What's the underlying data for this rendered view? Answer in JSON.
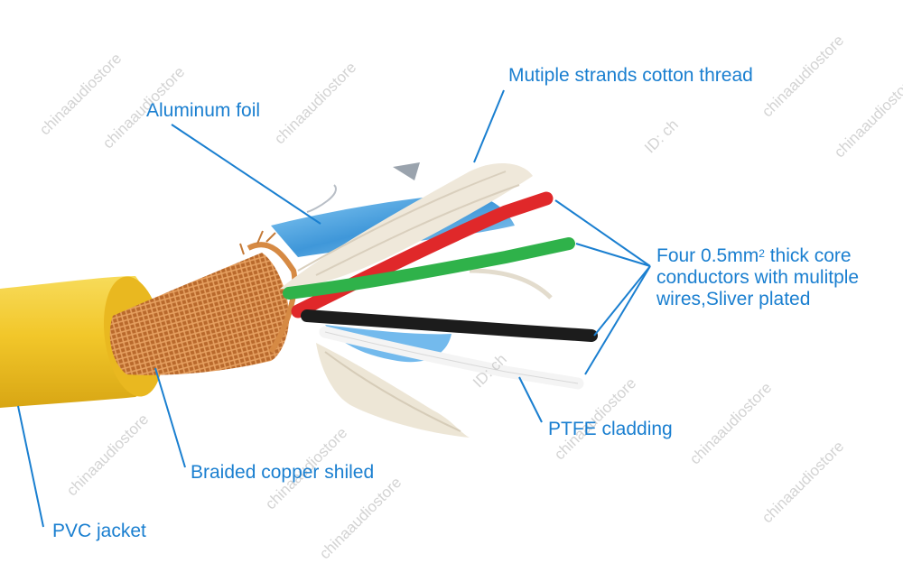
{
  "labels": {
    "cotton_thread": "Mutiple strands cotton thread",
    "aluminum_foil": "Aluminum foil",
    "core_line1_pre": "Four 0.5mm",
    "core_line1_sup": "2",
    "core_line1_post": " thick core",
    "core_line2": "conductors with mulitple",
    "core_line3": "wires,Sliver plated",
    "ptfe": "PTFE cladding",
    "braid": "Braided copper shiled",
    "pvc": "PVC jacket"
  },
  "watermark": {
    "text": "chinaaudiostore",
    "partial_text": "ID: ch"
  },
  "colors": {
    "label": "#1a7fd0",
    "leader": "#1a7fd0",
    "jacket": "#f2c72a",
    "copper": "#c9803f",
    "cotton": "#efe8da",
    "foil": "#4aa6e6",
    "wire_red": "#e0282a",
    "wire_green": "#2fb24a",
    "wire_black": "#1c1c1c",
    "wire_white": "#f4f4f4"
  }
}
